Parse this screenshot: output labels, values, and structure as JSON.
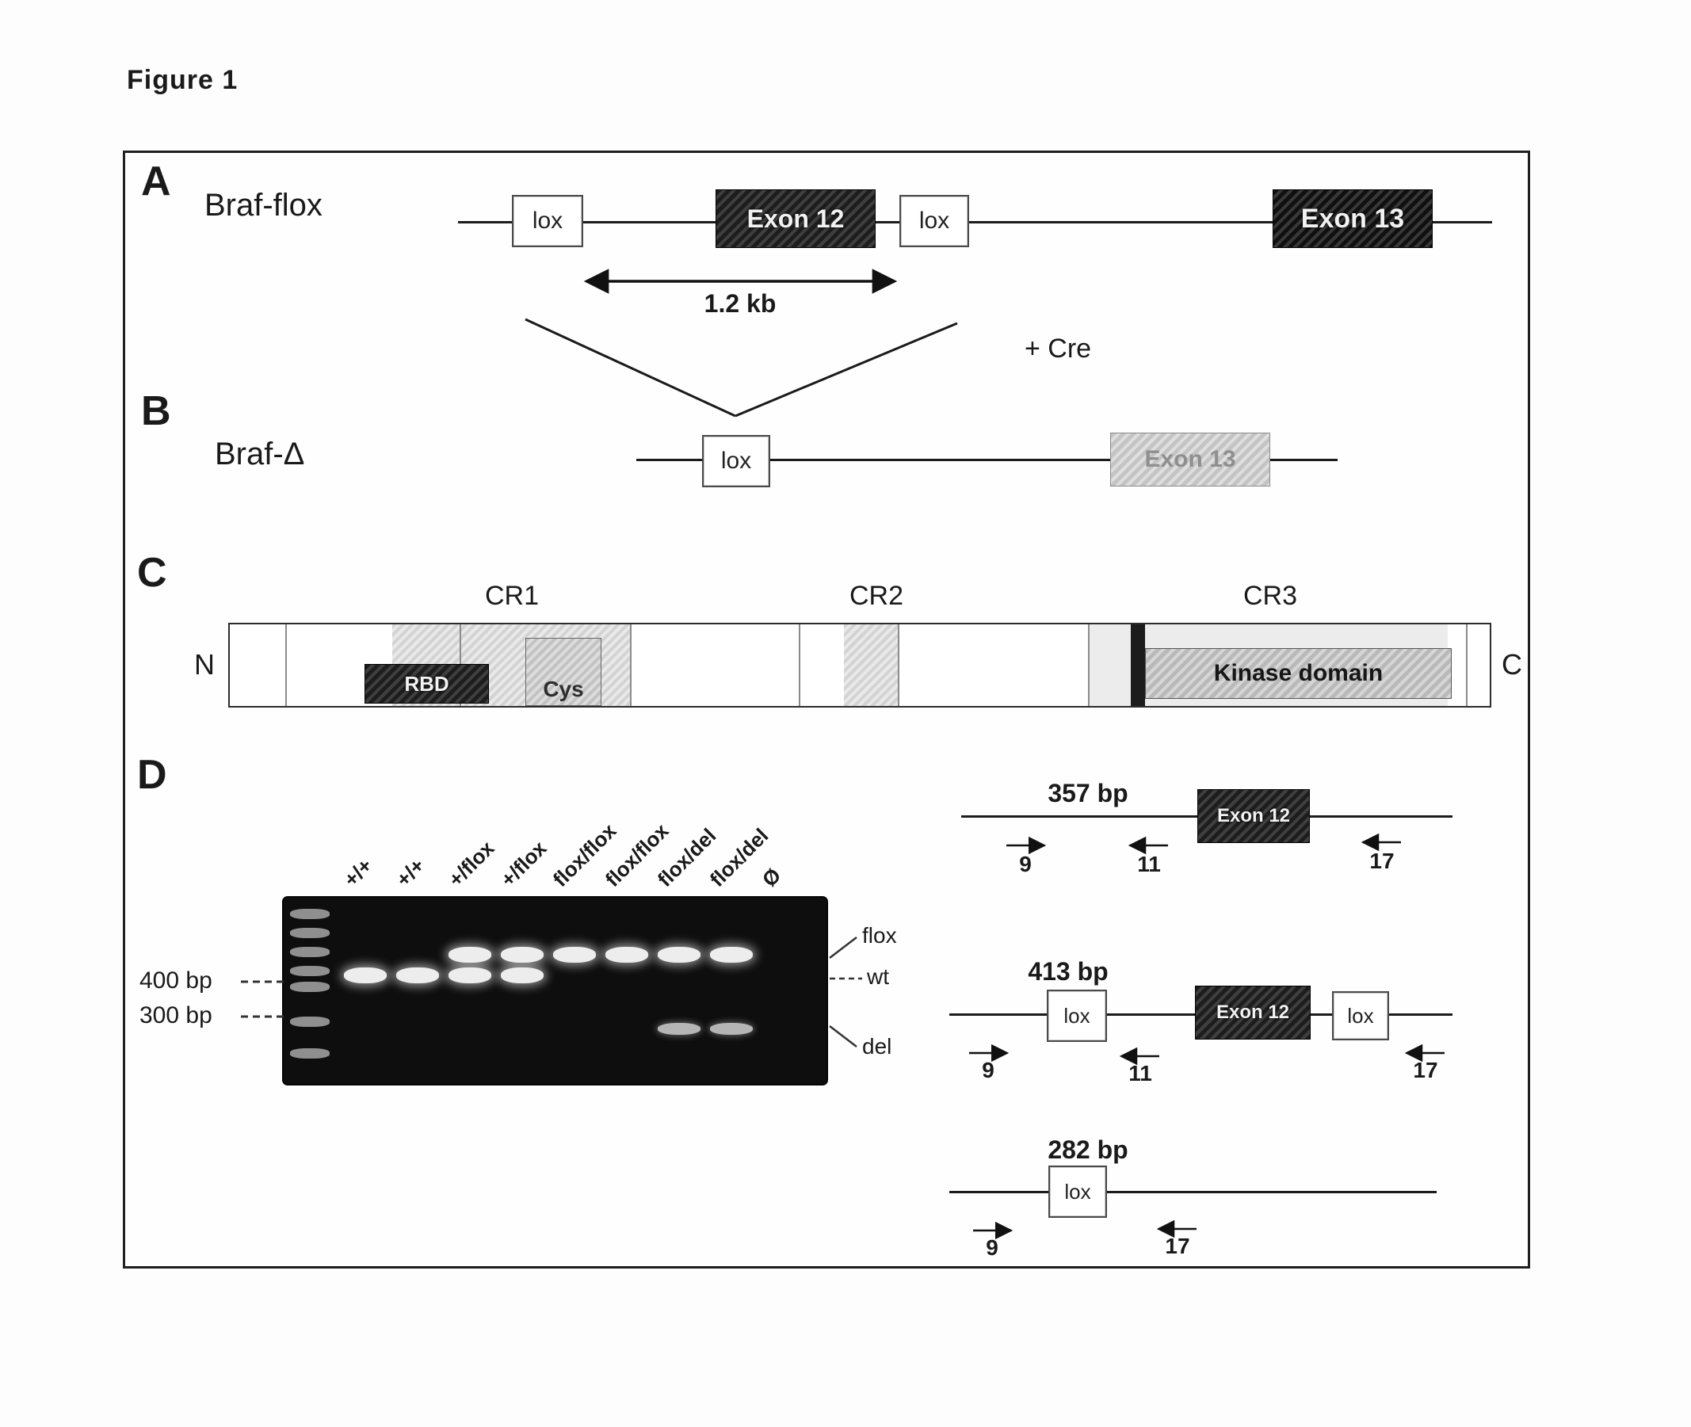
{
  "figure_title": "Figure 1",
  "panel_a": {
    "label": "A",
    "allele_name": "Braf-flox",
    "lox_left": "lox",
    "exon12": "Exon 12",
    "lox_right": "lox",
    "exon13": "Exon 13",
    "distance": "1.2 kb",
    "cre_label": "+ Cre"
  },
  "panel_b": {
    "label": "B",
    "allele_name": "Braf-Δ",
    "lox": "lox",
    "exon13": "Exon 13"
  },
  "panel_c": {
    "label": "C",
    "regions": [
      "CR1",
      "CR2",
      "CR3"
    ],
    "n_terminus": "N",
    "c_terminus": "C",
    "rbd": "RBD",
    "cys": "Cys",
    "kinase": "Kinase domain"
  },
  "panel_d": {
    "label": "D",
    "gel": {
      "lanes": [
        {
          "label": "+/+",
          "bands": [
            "wt"
          ]
        },
        {
          "label": "+/+",
          "bands": [
            "wt"
          ]
        },
        {
          "label": "+/flox",
          "bands": [
            "flox",
            "wt"
          ]
        },
        {
          "label": "+/flox",
          "bands": [
            "flox",
            "wt"
          ]
        },
        {
          "label": "flox/flox",
          "bands": [
            "flox"
          ]
        },
        {
          "label": "flox/flox",
          "bands": [
            "flox"
          ]
        },
        {
          "label": "flox/del",
          "bands": [
            "flox",
            "del"
          ]
        },
        {
          "label": "flox/del",
          "bands": [
            "flox",
            "del"
          ]
        },
        {
          "label": "Ø",
          "bands": []
        }
      ],
      "size_markers": [
        "400 bp",
        "300 bp"
      ],
      "band_labels": [
        "flox",
        "wt",
        "del"
      ]
    },
    "pcr_products": [
      {
        "size": "357 bp",
        "features": [
          "Exon 12"
        ],
        "primers": [
          "9",
          "11",
          "17"
        ]
      },
      {
        "size": "413 bp",
        "features": [
          "lox",
          "Exon 12",
          "lox"
        ],
        "primers": [
          "9",
          "11",
          "17"
        ]
      },
      {
        "size": "282 bp",
        "features": [
          "lox"
        ],
        "primers": [
          "9",
          "17"
        ]
      }
    ]
  }
}
